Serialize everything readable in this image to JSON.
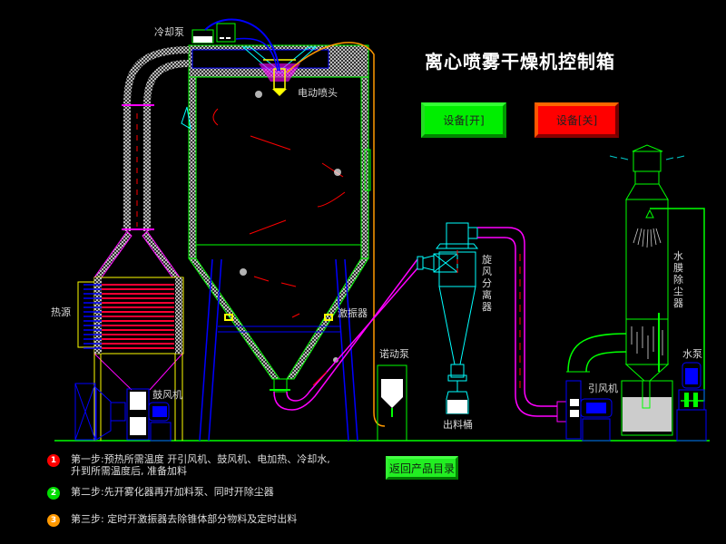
{
  "header": {
    "title": "离心喷雾干燥机控制箱"
  },
  "controls": {
    "on_button": "设备[开]",
    "off_button": "设备[关]",
    "return_button": "返回产品目录"
  },
  "labels": {
    "cooling_pump": "冷却泵",
    "electric_nozzle": "电动喷头",
    "heat_source": "热源",
    "blower": "鼓风机",
    "vibrator": "激振器",
    "peristaltic_pump": "诺动泵",
    "cyclone_separator": "旋风分离器",
    "discharge_bucket": "出料桶",
    "induced_fan": "引风机",
    "water_film_dust_collector": "水膜除尘器",
    "water_pump": "水泵"
  },
  "steps": [
    {
      "num": "1",
      "color": "#ff0000",
      "line1": "第一步:预热所需温度   开引风机、鼓风机、电加热、冷却水,",
      "line2": "升到所需温度后, 准备加料"
    },
    {
      "num": "2",
      "color": "#00dd00",
      "line1": "第二步:先开雾化器再开加料泵、同时开除尘器",
      "line2": ""
    },
    {
      "num": "3",
      "color": "#ff9900",
      "line1": "第三步: 定时开激振器去除锥体部分物料及定时出料",
      "line2": ""
    }
  ],
  "colors": {
    "background": "#000000",
    "line_green": "#00ff00",
    "duct_magenta": "#ff00ff",
    "blue": "#0000ff",
    "cyan": "#00ffff",
    "yellow": "#ffff00",
    "orange": "#ff9900",
    "red": "#ff0000"
  }
}
